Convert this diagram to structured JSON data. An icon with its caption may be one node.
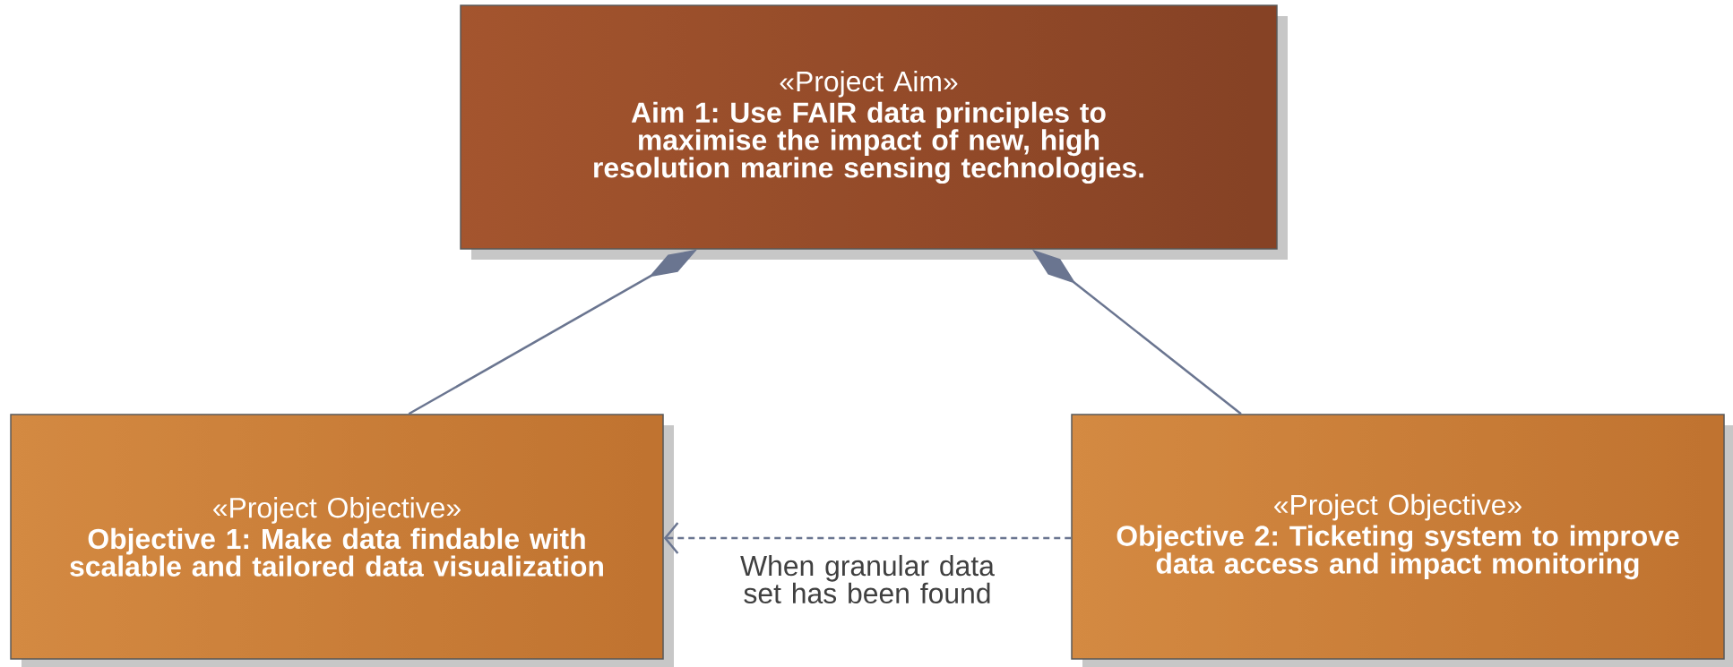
{
  "diagram": {
    "nodes": [
      {
        "text": [
          "«Project Aim»",
          "Aim 1: Use FAIR data principles to maximise the impact of new, high resolution marine sensing technologies."
        ]
      },
      {
        "text": [
          "«Project Objective»",
          "Objective 1: Make data findable with scalable and tailored data visualization"
        ]
      },
      {
        "text": [
          "«Project Objective»",
          "Objective 2: Ticketing system to improve data access and impact monitoring"
        ]
      }
    ],
    "edges": [
      {
        "from": 1,
        "to": 0,
        "arrow": "other"
      },
      {
        "from": 2,
        "to": 0,
        "arrow": "other"
      },
      {
        "from": 2,
        "to": 1,
        "arrow": "to",
        "style": "dashed",
        "label": "When granular data set has been found"
      }
    ]
  }
}
